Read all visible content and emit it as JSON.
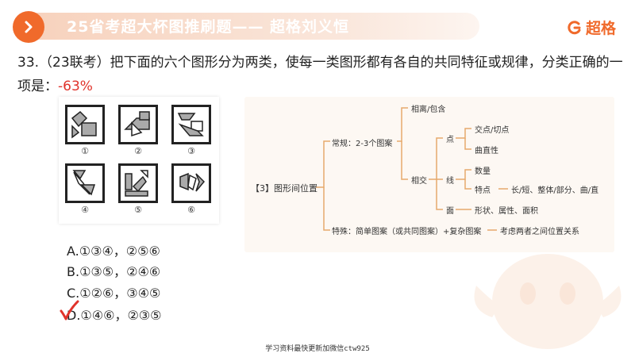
{
  "header": {
    "banner_title": "25省考超大杯图推刷题—— 超格刘义恒",
    "logo_text": "超格",
    "accent_color": "#f06a2b"
  },
  "question": {
    "line1": "33.（23联考）把下面的六个图形分为两类，使每一类图形都有各自的共同特征或规律，分类正确的一",
    "line2_prefix": "项是：",
    "correct_rate": "-63%",
    "figure_labels": [
      "①",
      "②",
      "③",
      "④",
      "⑤",
      "⑥"
    ]
  },
  "options": [
    {
      "text": "A.①③④，②⑤⑥"
    },
    {
      "text": "B.①③⑤，②④⑥"
    },
    {
      "text": "C.①②⑥，③④⑤"
    },
    {
      "text": "D.①④⑥，②③⑤"
    }
  ],
  "answer": {
    "selected": "D",
    "icon": "check-icon"
  },
  "mindmap": {
    "root": "【3】图形间位置",
    "normal": "常规：2-3个图案",
    "separate": "相离/包含",
    "intersect": "相交",
    "point": "点",
    "point_children": [
      "交点/切点",
      "曲直性"
    ],
    "line": "线",
    "line_children": [
      "数量",
      "特点"
    ],
    "line_feature_detail": "长/短、整体/部分、曲/直",
    "face": "面",
    "face_detail": "形状、属性、面积",
    "special": "特殊：简单图案（或共同图案）+复杂图案",
    "special_detail": "考虑两者之间位置关系"
  },
  "footer": {
    "text": "学习资料最快更新加微信ctw925"
  }
}
